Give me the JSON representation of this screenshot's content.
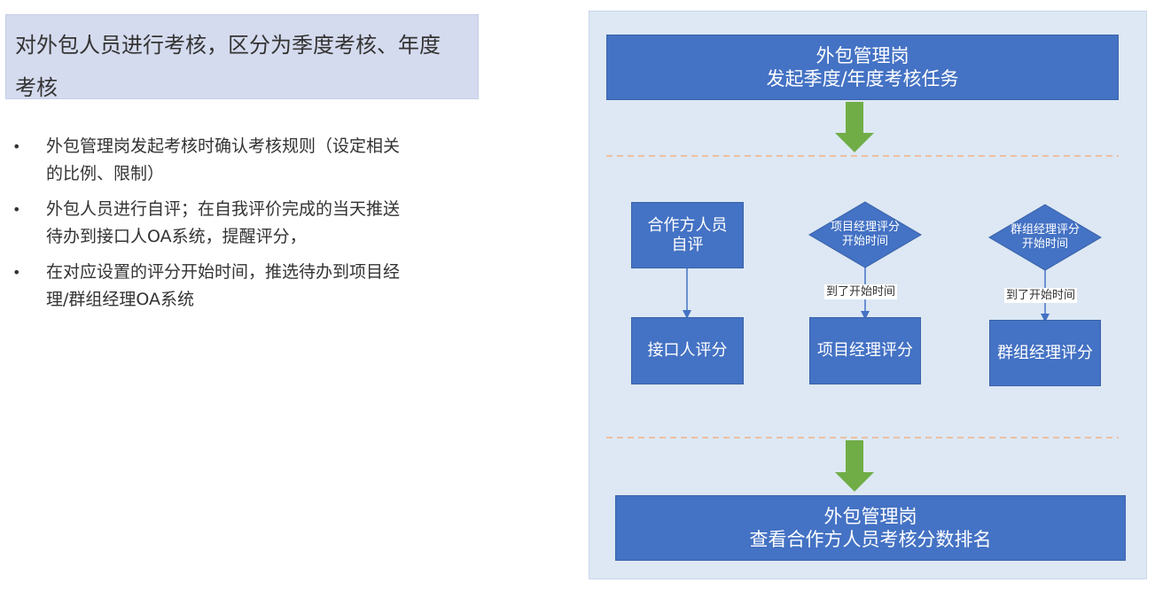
{
  "heading": {
    "line1": "对外包人员进行考核，区分为季度考核、年度",
    "line2": "考核"
  },
  "bullets": [
    {
      "marker": "•",
      "line1": "外包管理岗发起考核时确认考核规则（设定相关",
      "line2": "的比例、限制）"
    },
    {
      "marker": "•",
      "line1": "外包人员进行自评；在自我评价完成的当天推送",
      "line2": "待办到接口人OA系统，提醒评分，"
    },
    {
      "marker": "•",
      "line1": "在对应设置的评分开始时间，推选待办到项目经",
      "line2": "理/群组经理OA系统"
    }
  ],
  "flow": {
    "top_box": {
      "line1": "外包管理岗",
      "line2": "发起季度/年度考核任务"
    },
    "self_eval": {
      "line1": "合作方人员",
      "line2": "自评"
    },
    "interface_score": "接口人评分",
    "pm_decision": {
      "line1": "项目经理评分",
      "line2": "开始时间"
    },
    "pm_condition": "到了开始时间",
    "pm_score": "项目经理评分",
    "gm_decision": {
      "line1": "群组经理评分",
      "line2": "开始时间"
    },
    "gm_condition": "到了开始时间",
    "gm_score": "群组经理评分",
    "bottom_box": {
      "line1": "外包管理岗",
      "line2": "查看合作方人员考核分数排名"
    }
  },
  "colors": {
    "box_blue": "#4472c4",
    "panel_bg": "#dde8f4",
    "arrow_green": "#70ad47",
    "divider_orange": "#f4b183",
    "heading_bg": "#d5dbee"
  }
}
